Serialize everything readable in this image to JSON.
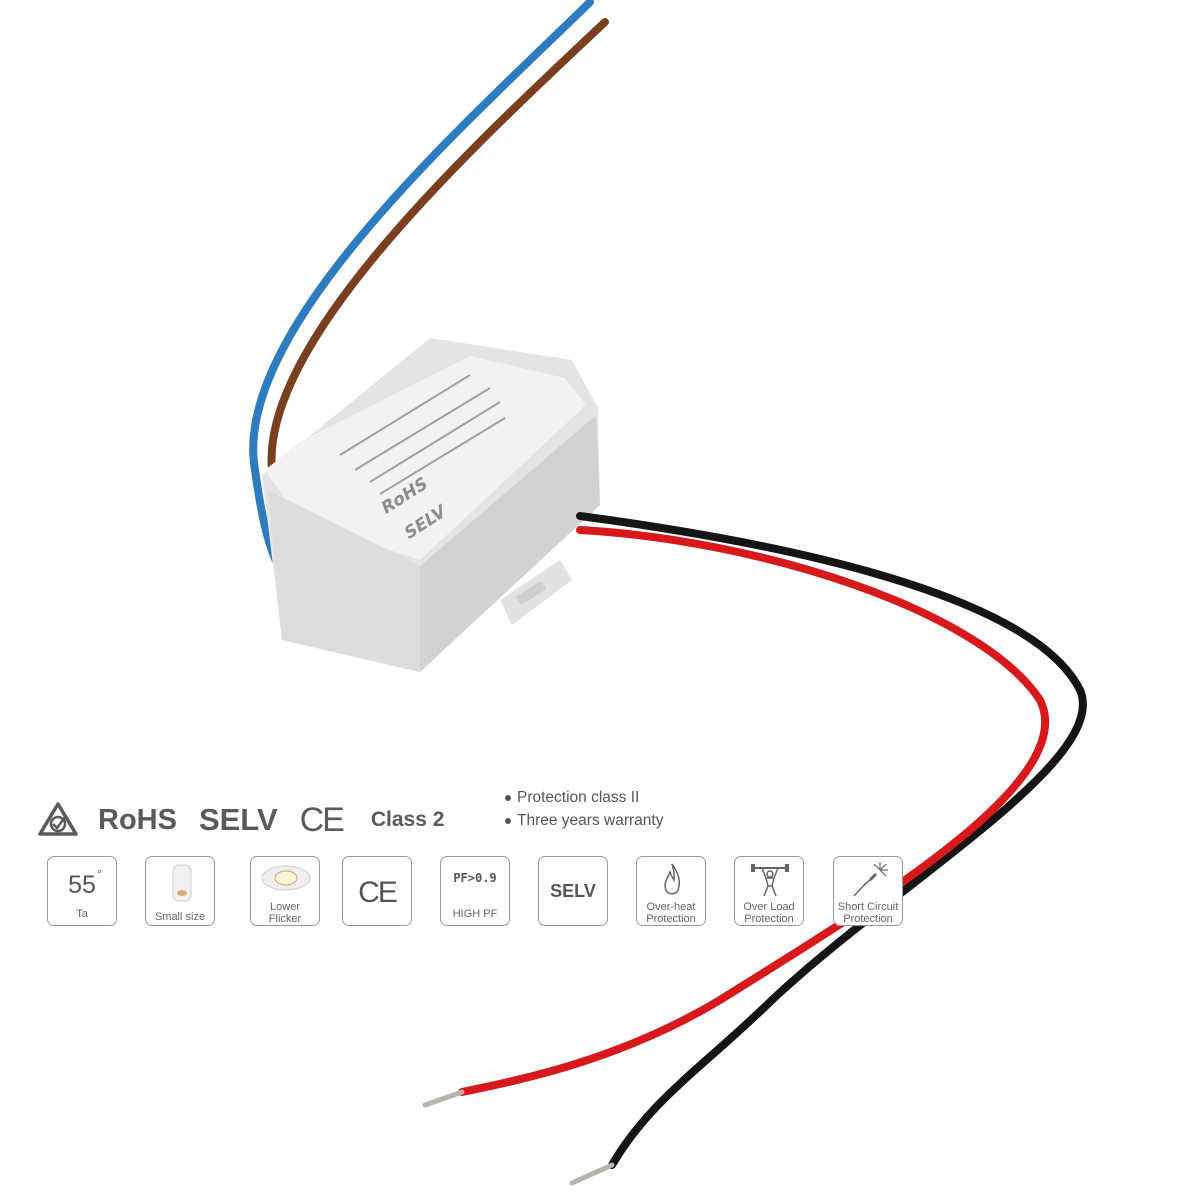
{
  "certifications": {
    "rohs": "RoHS",
    "selv": "SELV",
    "ce": "CE",
    "class": "Class 2"
  },
  "notes": [
    "Protection class II",
    "Three years warranty"
  ],
  "features": {
    "temp": {
      "value": "55",
      "unit": "Ta"
    },
    "small_size": "Small size",
    "flicker": [
      "Lower",
      "Flicker"
    ],
    "ce": "CE",
    "pf": {
      "value": "PF>0.9",
      "label": "HIGH PF"
    },
    "selv": "SELV",
    "overheat": [
      "Over-heat",
      "Protection"
    ],
    "overload": [
      "Over Load",
      "Protection"
    ],
    "short_circuit": [
      "Short Circuit",
      "Protection"
    ]
  },
  "colors": {
    "wire_blue": "#2e7cc0",
    "wire_brown": "#7a3f1e",
    "wire_red": "#d8191c",
    "wire_black": "#151515",
    "driver_body": "#eeeeee"
  }
}
